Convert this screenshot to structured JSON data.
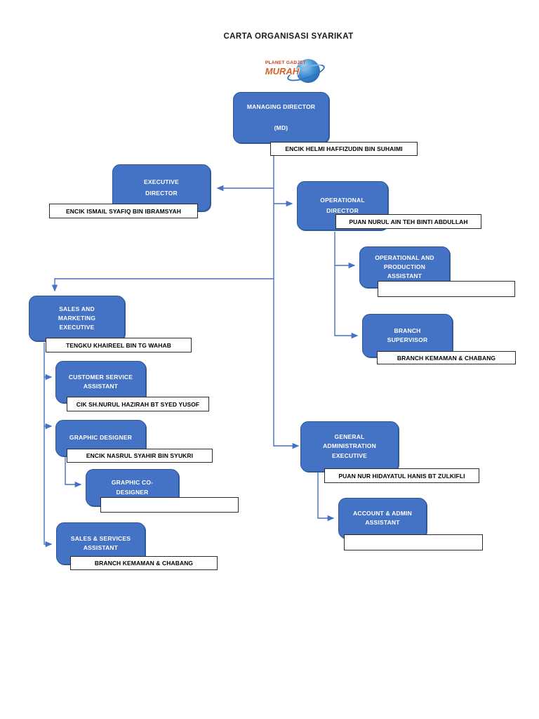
{
  "page": {
    "title": "CARTA ORGANISASI SYARIKAT"
  },
  "logo": {
    "brand_top": "PLANET GADJET",
    "brand_bottom": "MURAH",
    "icon": "planet-with-ring"
  },
  "colors": {
    "box_fill": "#4472C4",
    "box_border": "#2e5597",
    "connector": "#4472C4",
    "label_border": "#2b2b2b",
    "page_bg": "#ffffff"
  },
  "nodes": {
    "md": {
      "title": "MANAGING DIRECTOR\n\n(MD)",
      "person": "ENCIK HELMI HAFFIZUDIN BIN SUHAIMI"
    },
    "executive_director": {
      "title": "EXECUTIVE\nDIRECTOR",
      "person": "ENCIK ISMAIL SYAFIQ BIN IBRAMSYAH"
    },
    "operational_director": {
      "title": "OPERATIONAL\nDIRECTOR",
      "person": "PUAN NURUL AIN TEH BINTI ABDULLAH"
    },
    "op_prod_assistant": {
      "title": "OPERATIONAL AND\nPRODUCTION\nASSISTANT",
      "person": ""
    },
    "branch_supervisor": {
      "title": "BRANCH\nSUPERVISOR",
      "person": "BRANCH KEMAMAN & CHABANG"
    },
    "sales_marketing_executive": {
      "title": "SALES AND\nMARKETING\nEXECUTIVE",
      "person": "TENGKU KHAIREEL BIN TG WAHAB"
    },
    "customer_service_assistant": {
      "title": "CUSTOMER SERVICE\nASSISTANT",
      "person": "CIK SH.NURUL HAZIRAH BT SYED YUSOF"
    },
    "graphic_designer": {
      "title": "GRAPHIC DESIGNER",
      "person": "ENCIK NASRUL SYAHIR BIN SYUKRI"
    },
    "graphic_co_designer": {
      "title": "GRAPHIC CO-\nDESIGNER",
      "person": ""
    },
    "sales_services_assistant": {
      "title": "SALES & SERVICES\nASSISTANT",
      "person": "BRANCH KEMAMAN & CHABANG"
    },
    "general_admin_executive": {
      "title": "GENERAL\nADMINISTRATION\nEXECUTIVE",
      "person": "PUAN NUR HIDAYATUL HANIS BT ZULKIFLI"
    },
    "account_admin_assistant": {
      "title": "ACCOUNT  & ADMIN\nASSISTANT",
      "person": ""
    }
  }
}
